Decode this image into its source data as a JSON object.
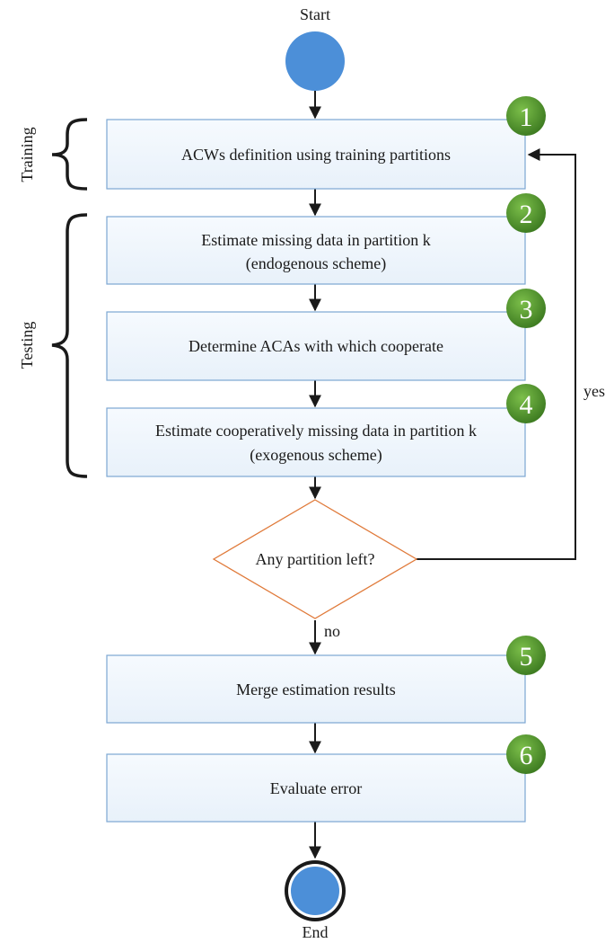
{
  "flow": {
    "start_label": "Start",
    "end_label": "End",
    "steps": [
      {
        "number": "1",
        "lines": [
          "ACWs definition using training partitions"
        ]
      },
      {
        "number": "2",
        "lines": [
          "Estimate missing data in partition k",
          "(endogenous scheme)"
        ]
      },
      {
        "number": "3",
        "lines": [
          "Determine ACAs with which cooperate"
        ]
      },
      {
        "number": "4",
        "lines": [
          "Estimate cooperatively missing data in partition k",
          "(exogenous scheme)"
        ]
      },
      {
        "number": "5",
        "lines": [
          "Merge estimation results"
        ]
      },
      {
        "number": "6",
        "lines": [
          "Evaluate error"
        ]
      }
    ],
    "decision": {
      "question": "Any partition left?",
      "yes_label": "yes",
      "no_label": "no"
    },
    "phases": {
      "training_label": "Training",
      "testing_label": "Testing"
    }
  },
  "colors": {
    "box_fill": "#f0f6fc",
    "box_stroke": "#7ca7d3",
    "badge_fill": "#4f8f2d",
    "circle_fill": "#4c8fd8",
    "diamond_stroke": "#e07a3a",
    "line": "#1a1a1a"
  }
}
